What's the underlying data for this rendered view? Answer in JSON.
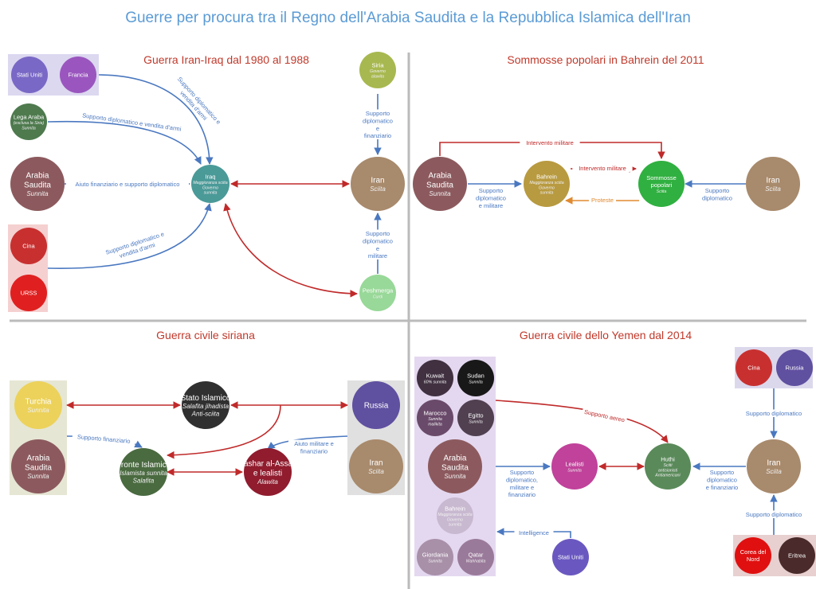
{
  "title": "Guerre per procura tra il Regno dell'Arabia Saudita e la Repubblica Islamica dell'Iran",
  "colors": {
    "blue_arrow": "#4a78c0",
    "red_arrow": "#c02a2a",
    "orange_arrow": "#e08a30",
    "title": "#5b9bd5",
    "section_title": "#c0392b"
  },
  "sections": {
    "iraq": "Guerra Iran-Iraq dal 1980 al 1988",
    "bahrain": "Sommosse popolari in Bahrein del 2011",
    "syria": "Guerra civile siriana",
    "yemen": "Guerra civile dello Yemen dal 2014"
  },
  "nodes": {
    "q1_usa": {
      "name": [
        "Stati Uniti"
      ],
      "sub": [],
      "color": "#7a68c6"
    },
    "q1_france": {
      "name": [
        "Francia"
      ],
      "sub": [],
      "color": "#9a56be"
    },
    "q1_lega": {
      "name": [
        "Lega Araba"
      ],
      "sub": [
        "(esclusa la Siria)",
        "Sunnita"
      ],
      "color": "#4e7a4e"
    },
    "q1_saudi": {
      "name": [
        "Arabia",
        "Saudita"
      ],
      "sub": [
        "Sunnita"
      ],
      "color": "#8c5a5e"
    },
    "q1_cina": {
      "name": [
        "Cina"
      ],
      "sub": [],
      "color": "#c83030"
    },
    "q1_urss": {
      "name": [
        "URSS"
      ],
      "sub": [],
      "color": "#e02020"
    },
    "q1_iraq": {
      "name": [
        "Iraq"
      ],
      "sub": [
        "Maggioranza sciita",
        "Governo",
        "sunnita"
      ],
      "color": "#4a9a98"
    },
    "q1_siria": {
      "name": [
        "Siria"
      ],
      "sub": [
        "Governo",
        "alawita"
      ],
      "color": "#a8b850"
    },
    "q1_iran": {
      "name": [
        "Iran"
      ],
      "sub": [
        "Sciita"
      ],
      "color": "#a88a6c"
    },
    "q1_pesh": {
      "name": [
        "Peshmerga"
      ],
      "sub": [
        "Curdi"
      ],
      "color": "#98d898"
    },
    "q2_saudi": {
      "name": [
        "Arabia",
        "Saudita"
      ],
      "sub": [
        "Sunnita"
      ],
      "color": "#8c5a5e"
    },
    "q2_bahrein": {
      "name": [
        "Bahrein"
      ],
      "sub": [
        "Maggioranza sciita",
        "Governo",
        "sunnita"
      ],
      "color": "#b89a40"
    },
    "q2_sommosse": {
      "name": [
        "Sommosse",
        "popolari"
      ],
      "sub": [
        "Sciita"
      ],
      "color": "#30b040"
    },
    "q2_iran": {
      "name": [
        "Iran"
      ],
      "sub": [
        "Sciita"
      ],
      "color": "#a88a6c"
    },
    "q3_turchia": {
      "name": [
        "Turchia"
      ],
      "sub": [
        "Sunnita"
      ],
      "color": "#ecd25a"
    },
    "q3_saudi": {
      "name": [
        "Arabia",
        "Saudita"
      ],
      "sub": [
        "Sunnita"
      ],
      "color": "#8c5a5e"
    },
    "q3_stato": {
      "name": [
        "Stato Islamico"
      ],
      "sub": [
        "Salafita jihadista",
        "Anti-sciita"
      ],
      "color": "#303030"
    },
    "q3_fronte": {
      "name": [
        "Fronte Islamico"
      ],
      "sub": [
        "Islamista sunnita",
        "Salafita"
      ],
      "color": "#4a6a40"
    },
    "q3_bashar": {
      "name": [
        "Bashar al-Assad",
        "e lealisti"
      ],
      "sub": [
        "Alawita"
      ],
      "color": "#901c2e"
    },
    "q3_russia": {
      "name": [
        "Russia"
      ],
      "sub": [],
      "color": "#6050a0"
    },
    "q3_iran": {
      "name": [
        "Iran"
      ],
      "sub": [
        "Sciita"
      ],
      "color": "#a88a6c"
    },
    "q4_kuwait": {
      "name": [
        "Kuwait"
      ],
      "sub": [
        "60% sunnita"
      ],
      "color": "#403040"
    },
    "q4_sudan": {
      "name": [
        "Sudan"
      ],
      "sub": [
        "Sunnita"
      ],
      "color": "#181818"
    },
    "q4_marocco": {
      "name": [
        "Marocco"
      ],
      "sub": [
        "Sunnita",
        "malikita"
      ],
      "color": "#6a4a6a"
    },
    "q4_egitto": {
      "name": [
        "Egitto"
      ],
      "sub": [
        "Sunnita"
      ],
      "color": "#504050"
    },
    "q4_saudi": {
      "name": [
        "Arabia",
        "Saudita"
      ],
      "sub": [
        "Sunnita"
      ],
      "color": "#8c5a5e"
    },
    "q4_bahrein": {
      "name": [
        "Bahrein"
      ],
      "sub": [
        "Maggioranza sciita",
        "Governo",
        "sunnita"
      ],
      "color": "#c8b8d0"
    },
    "q4_giordania": {
      "name": [
        "Giordania"
      ],
      "sub": [
        "Sunnita"
      ],
      "color": "#a890a8"
    },
    "q4_qatar": {
      "name": [
        "Qatar"
      ],
      "sub": [
        "Wahhabita"
      ],
      "color": "#9a7a9a"
    },
    "q4_usa": {
      "name": [
        "Stati Uniti"
      ],
      "sub": [],
      "color": "#6a58c0"
    },
    "q4_lealisti": {
      "name": [
        "Lealisti"
      ],
      "sub": [
        "Sunnita"
      ],
      "color": "#c0429a"
    },
    "q4_huthi": {
      "name": [
        "Huthi"
      ],
      "sub": [
        "Sciiti",
        "antisionisti",
        "Antiamericani"
      ],
      "color": "#5a8a5a"
    },
    "q4_iran": {
      "name": [
        "Iran"
      ],
      "sub": [
        "Sciita"
      ],
      "color": "#a88a6c"
    },
    "q4_cina": {
      "name": [
        "Cina"
      ],
      "sub": [],
      "color": "#c83030"
    },
    "q4_russia": {
      "name": [
        "Russia"
      ],
      "sub": [],
      "color": "#6050a0"
    },
    "q4_corea": {
      "name": [
        "Corea del",
        "Nord"
      ],
      "sub": [],
      "color": "#e01010"
    },
    "q4_eritrea": {
      "name": [
        "Eritrea"
      ],
      "sub": [],
      "color": "#4a2a2a"
    }
  },
  "edge_labels": {
    "q1_usafr": [
      "Supporto diplomatico e",
      "vendita d'armi"
    ],
    "q1_lega": [
      "Supporto diplomatico e vendita d'armi"
    ],
    "q1_saudi": [
      "Aiuto finanziario e supporto diplomatico"
    ],
    "q1_cina": [
      "Supporto diplomatico e",
      "vendita d'armi"
    ],
    "q1_siria": [
      "Supporto",
      "diplomatico",
      "e",
      "finanziario"
    ],
    "q1_pesh": [
      "Supporto",
      "diplomatico",
      "e",
      "militare"
    ],
    "q2_top": [
      "Intervento militare"
    ],
    "q2_mid": [
      "Intervento militare"
    ],
    "q2_sb": [
      "Supporto",
      "diplomatico",
      "e militare"
    ],
    "q2_prot": [
      "Proteste"
    ],
    "q2_iran": [
      "Supporto",
      "diplomatico"
    ],
    "q3_fin": [
      "Supporto finanziario"
    ],
    "q3_aiuto": [
      "Aiuto militare e",
      "finanziario"
    ],
    "q4_aereo": [
      "Supporto aereo"
    ],
    "q4_sdm": [
      "Supporto",
      "diplomatico,",
      "militare e",
      "finanziario"
    ],
    "q4_intel": [
      "Intelligence"
    ],
    "q4_sdf": [
      "Supporto",
      "diplomatico",
      "e finanziario"
    ],
    "q4_sd1": [
      "Supporto diplomatico"
    ],
    "q4_sd2": [
      "Supporto diplomatico"
    ]
  }
}
